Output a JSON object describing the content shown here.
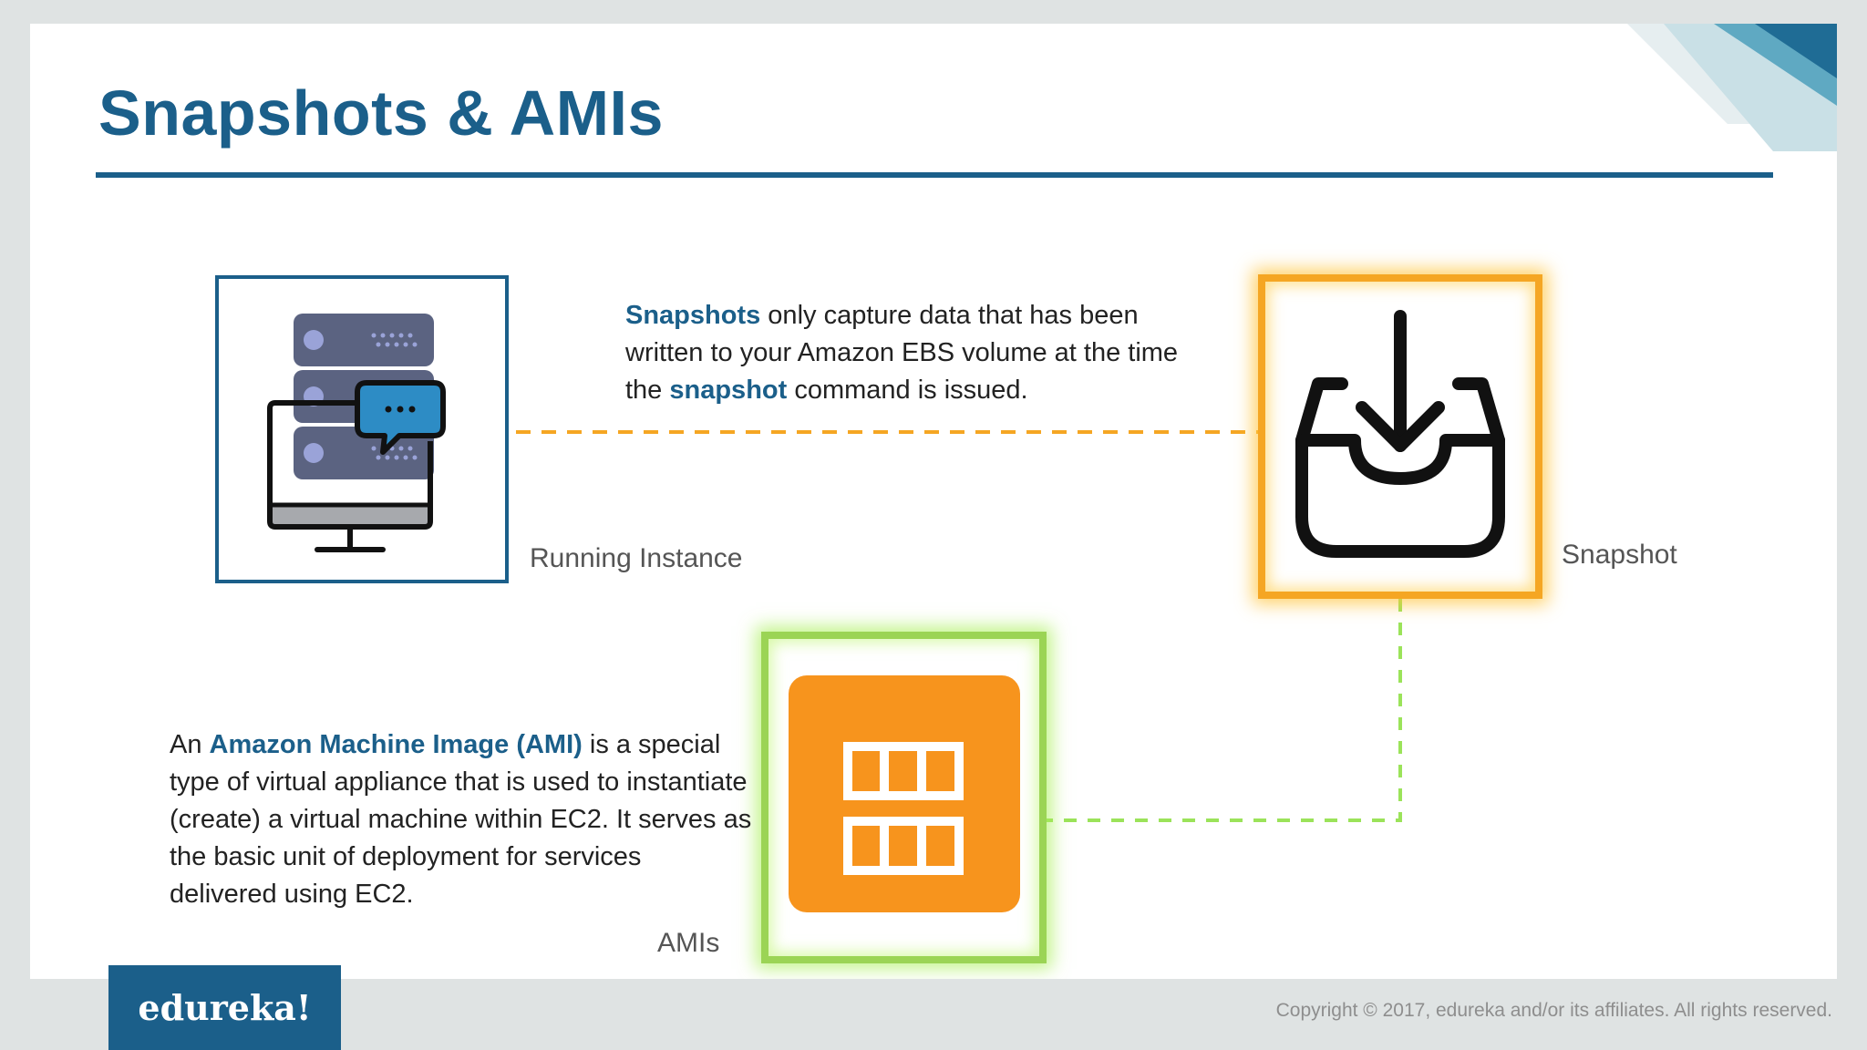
{
  "slide": {
    "title": "Snapshots & AMIs"
  },
  "running_instance": {
    "label": "Running Instance",
    "icon": "server-monitor-chat-icon"
  },
  "snapshot": {
    "label": "Snapshot",
    "icon": "download-tray-icon",
    "description": {
      "part1": "Snapshots",
      "part2": " only capture data that has been written to your Amazon EBS volume at the time the ",
      "part3": "snapshot",
      "part4": " command is issued."
    }
  },
  "ami": {
    "label": "AMIs",
    "icon": "image-grid-icon",
    "description": {
      "part1": "An ",
      "part2": "Amazon Machine Image (AMI)",
      "part3": " is a special type of virtual appliance that is used to instantiate (create) a virtual machine within EC2. It serves as the basic unit of deployment for services delivered using EC2."
    }
  },
  "footer": {
    "brand": "edureka!",
    "copyright": "Copyright © 2017, edureka and/or its affiliates. All rights reserved."
  },
  "colors": {
    "accent": "#1b5f8a",
    "snapshot_border": "#f5a623",
    "ami_border": "#9bd455",
    "ami_tile": "#f7941d"
  }
}
